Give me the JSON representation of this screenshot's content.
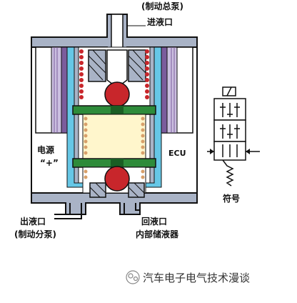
{
  "labels": {
    "master_cylinder": "(制动总泵)",
    "inlet_port": "进液口",
    "power": "电源",
    "power_sign": "“+”",
    "ecu": "ECU",
    "outlet_port": "出液口",
    "wheel_cylinder": "(制动分泵)",
    "return_port": "回液口",
    "reservoir": "内部储液器",
    "symbol": "符号"
  },
  "watermark": {
    "text": "汽车电子电气技术漫谈"
  },
  "colors": {
    "steel": "#a9b3c6",
    "outline": "#111111",
    "coil_purple": "#7b5c9c",
    "coil_light": "#cbbfe0",
    "cyan_tube": "#66c7e6",
    "seat_green": "#2e8b3a",
    "valve_ball": "#c8262b",
    "spring_dark": "#8b2a2a",
    "spring_light": "#d8a06a",
    "yellow_fill": "#fff6cc",
    "chamber_white": "#ffffff"
  }
}
